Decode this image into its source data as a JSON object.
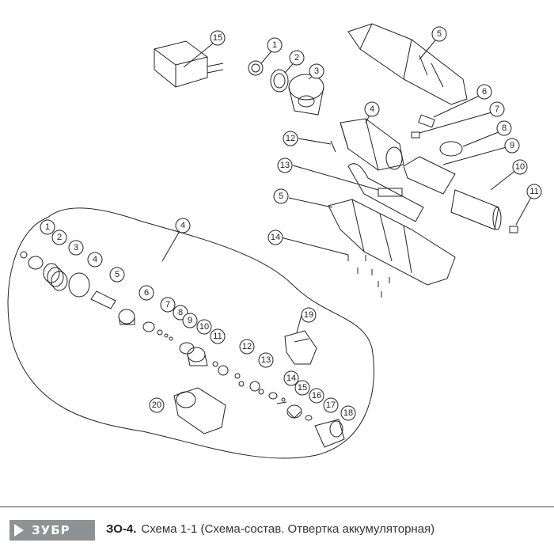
{
  "footer": {
    "brand": "ЗУБР",
    "code": "ЗО-4.",
    "caption": "Схема 1-1 (Схема-состав. Отвертка аккумуляторная)"
  },
  "callouts": {
    "top": [
      "1",
      "2",
      "3",
      "4",
      "5",
      "6",
      "7",
      "8",
      "9",
      "10",
      "11",
      "12",
      "13",
      "5",
      "14",
      "15"
    ],
    "detail": [
      "4",
      "1",
      "2",
      "3",
      "4",
      "5",
      "6",
      "7",
      "8",
      "9",
      "10",
      "11",
      "12",
      "13",
      "14",
      "15",
      "16",
      "17",
      "18",
      "19",
      "20"
    ]
  },
  "colors": {
    "line": "#222222",
    "footer_logo_bg": "#8f9294",
    "rule": "#444444"
  }
}
